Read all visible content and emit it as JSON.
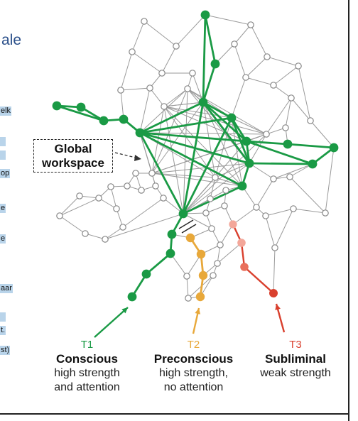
{
  "side_title": "ale",
  "side_chips": [
    "elk",
    "op",
    "e",
    "e",
    "aar",
    "t.",
    "st)"
  ],
  "workspace_label": [
    "Global",
    "workspace"
  ],
  "pathways": [
    {
      "tag": "T1",
      "name": "Conscious",
      "desc": [
        "high strength",
        "and attention"
      ],
      "color": "#1a9a45"
    },
    {
      "tag": "T2",
      "name": "Preconscious",
      "desc": [
        "high strength,",
        "no attention"
      ],
      "color": "#e8a83a"
    },
    {
      "tag": "T3",
      "name": "Subliminal",
      "desc": [
        "weak strength"
      ],
      "color": "#d9402e"
    }
  ],
  "colors": {
    "network": "#9a9a9a",
    "conscious": "#1a9a45",
    "preconscious": "#e8a83a",
    "subliminal": "#d9402e",
    "subliminal_light": "#f3a79a"
  }
}
